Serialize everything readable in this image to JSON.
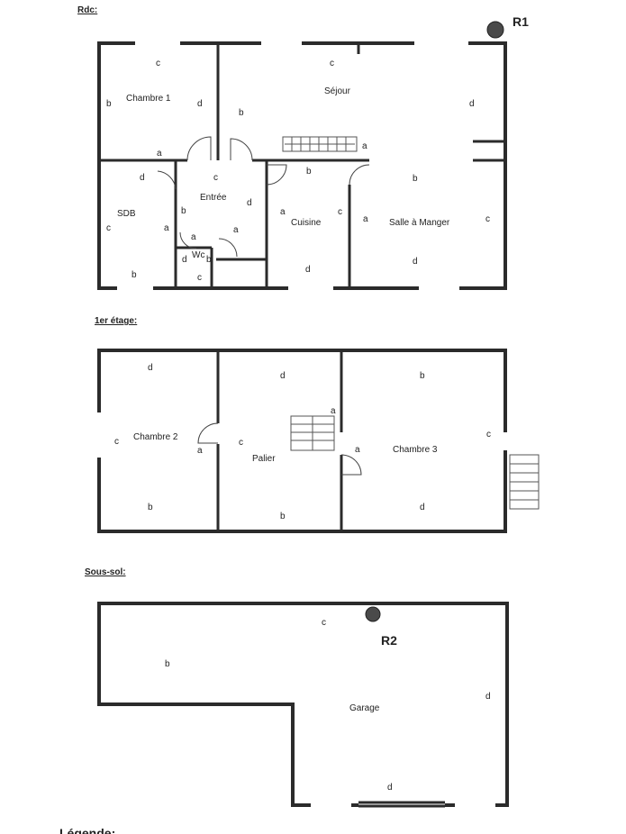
{
  "sections": {
    "rdc": "Rdc:",
    "etage": "1er étage:",
    "soussol": "Sous-sol:",
    "legend": "Légende:"
  },
  "markers": {
    "r1": "R1",
    "r2": "R2"
  },
  "rooms": {
    "chambre1": "Chambre 1",
    "sejour": "Séjour",
    "sdb": "SDB",
    "entree": "Entrée",
    "cuisine": "Cuisine",
    "salle_manger": "Salle à Manger",
    "wc": "Wc",
    "chambre2": "Chambre 2",
    "palier": "Palier",
    "chambre3": "Chambre 3",
    "garage": "Garage"
  },
  "wall_letters": {
    "a": "a",
    "b": "b",
    "c": "c",
    "d": "d"
  },
  "colors": {
    "wall": "#2b2b2b",
    "marker": "#4a4a4a"
  }
}
